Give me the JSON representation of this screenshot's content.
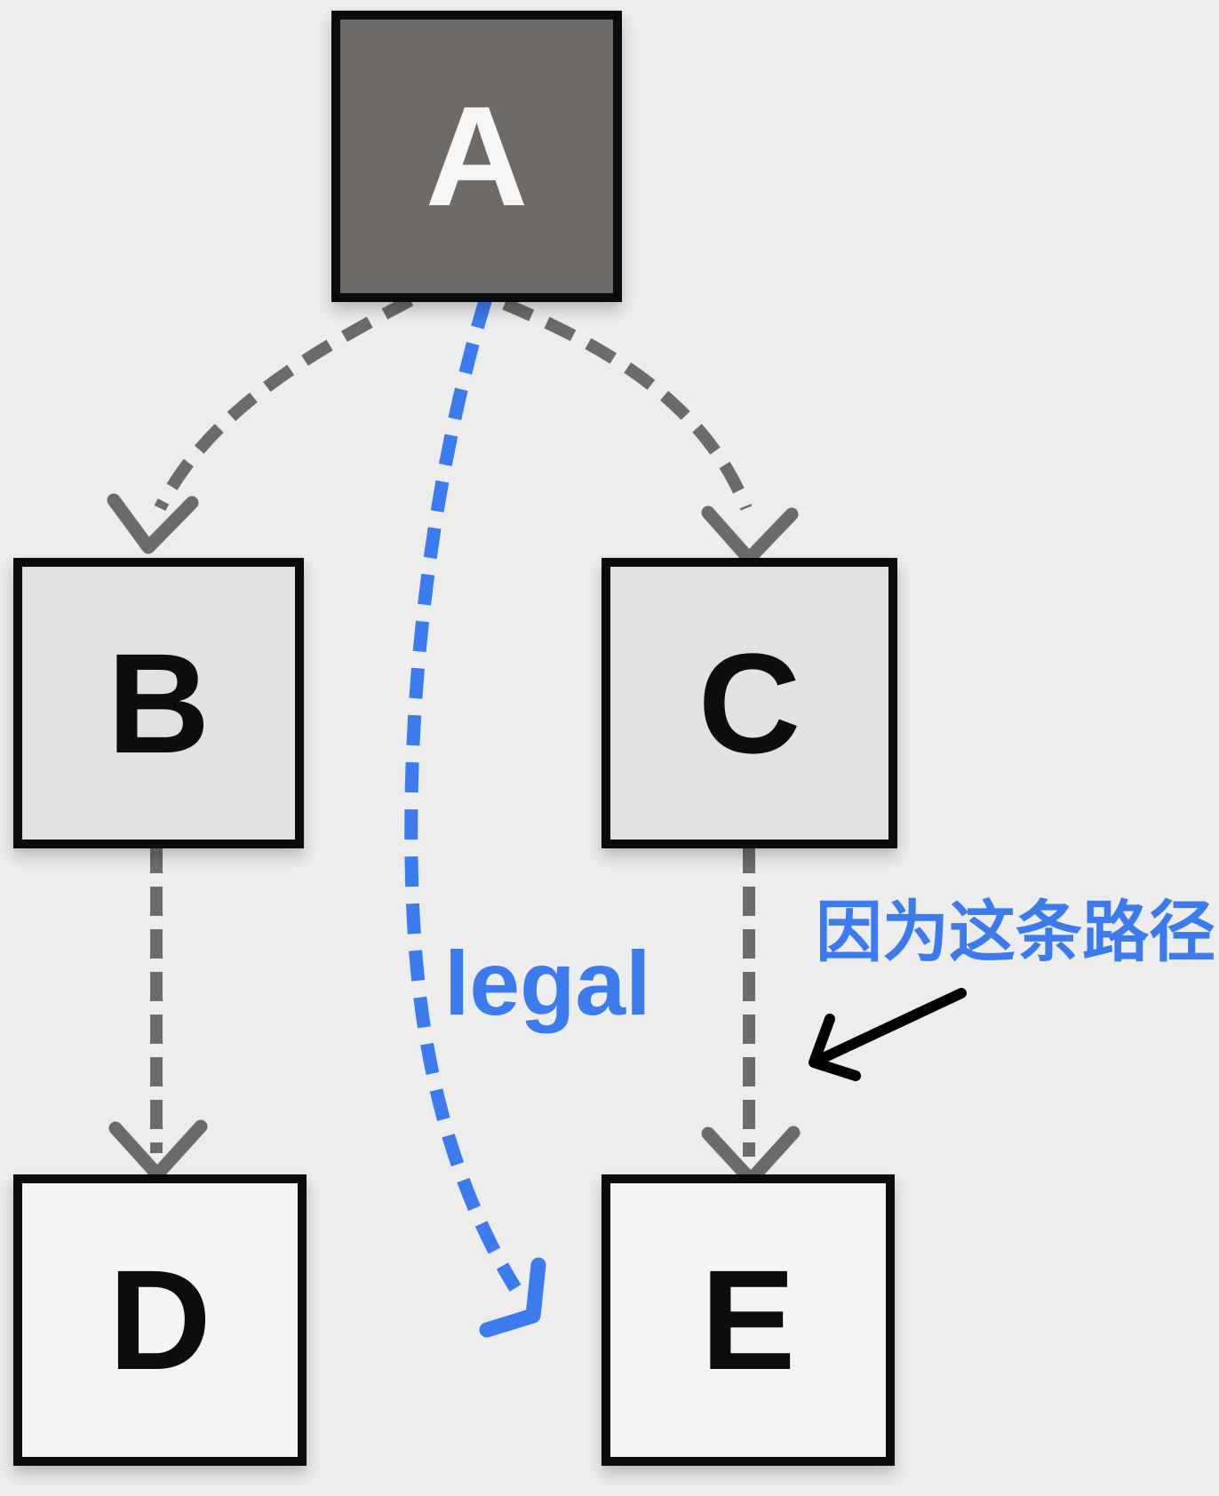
{
  "diagram_type": "tree-graph",
  "nodes": [
    {
      "id": "A",
      "label": "A",
      "fill": "#6e6a68",
      "text_color": "#f7f6f5"
    },
    {
      "id": "B",
      "label": "B",
      "fill": "#e3e2e1",
      "text_color": "#0d0d0d"
    },
    {
      "id": "C",
      "label": "C",
      "fill": "#e3e2e1",
      "text_color": "#0d0d0d"
    },
    {
      "id": "D",
      "label": "D",
      "fill": "#f4f4f3",
      "text_color": "#0d0d0d"
    },
    {
      "id": "E",
      "label": "E",
      "fill": "#f4f4f3",
      "text_color": "#0d0d0d"
    }
  ],
  "edges": [
    {
      "from": "A",
      "to": "B",
      "style": "dashed-curve",
      "color": "#6b6b6b"
    },
    {
      "from": "A",
      "to": "C",
      "style": "dashed-curve",
      "color": "#6b6b6b"
    },
    {
      "from": "B",
      "to": "D",
      "style": "dashed-straight",
      "color": "#6b6b6b"
    },
    {
      "from": "C",
      "to": "E",
      "style": "dashed-straight",
      "color": "#6b6b6b"
    },
    {
      "from": "A",
      "to": "gap between D and E",
      "style": "dashed-curve",
      "color": "#3b7bee",
      "label": "legal"
    }
  ],
  "labels": {
    "legal": "legal",
    "annotation": "因为这条路径"
  },
  "annotation_arrow": {
    "points_to": "C to E dashed edge",
    "color": "#000000"
  },
  "colors": {
    "background": "#ededed",
    "node_border": "#0b0b0b",
    "edge_gray": "#6b6b6b",
    "accent_blue": "#3b7bee",
    "annotation_black": "#000000"
  }
}
